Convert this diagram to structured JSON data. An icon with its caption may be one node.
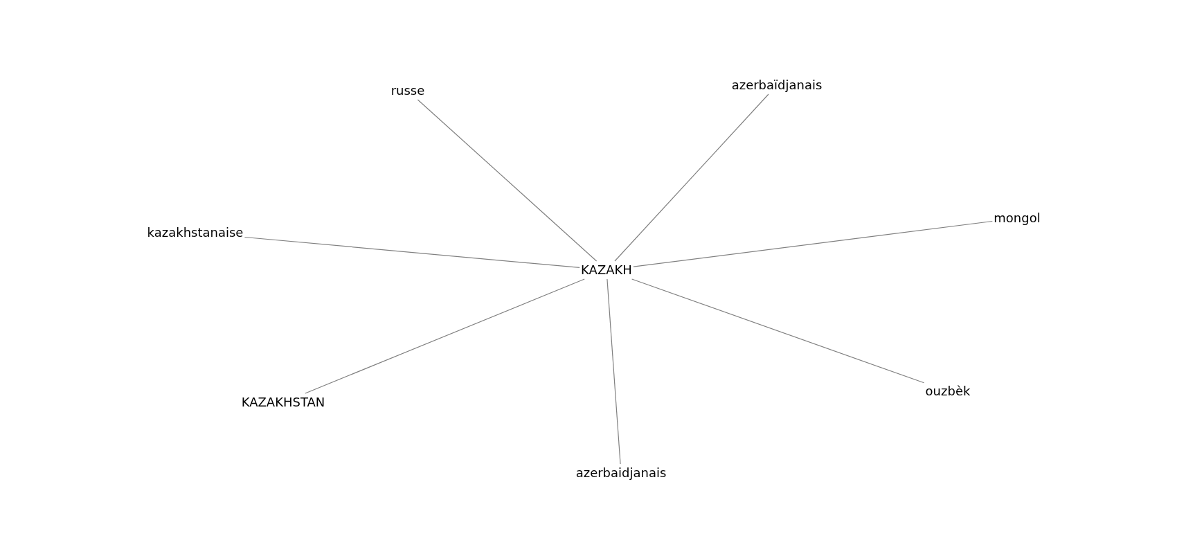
{
  "diagram": {
    "nodes": [
      {
        "text": [
          "russe"
        ]
      },
      {
        "text": [
          "azerbaïdjanais"
        ]
      },
      {
        "text": [
          "kazakhstanaise"
        ]
      },
      {
        "text": [
          "mongol"
        ]
      },
      {
        "text": [
          "KAZAKH"
        ]
      },
      {
        "text": [
          "KAZAKHSTAN"
        ]
      },
      {
        "text": [
          "ouzbèk"
        ]
      },
      {
        "text": [
          "azerbaidjanais"
        ]
      }
    ],
    "edges": [
      {
        "from": 4,
        "to": 0,
        "arrow": "none"
      },
      {
        "from": 4,
        "to": 1,
        "arrow": "none"
      },
      {
        "from": 4,
        "to": 2,
        "arrow": "none"
      },
      {
        "from": 4,
        "to": 3,
        "arrow": "none"
      },
      {
        "from": 4,
        "to": 5,
        "arrow": "none"
      },
      {
        "from": 4,
        "to": 6,
        "arrow": "none"
      },
      {
        "from": 4,
        "to": 7,
        "arrow": "none"
      }
    ]
  }
}
